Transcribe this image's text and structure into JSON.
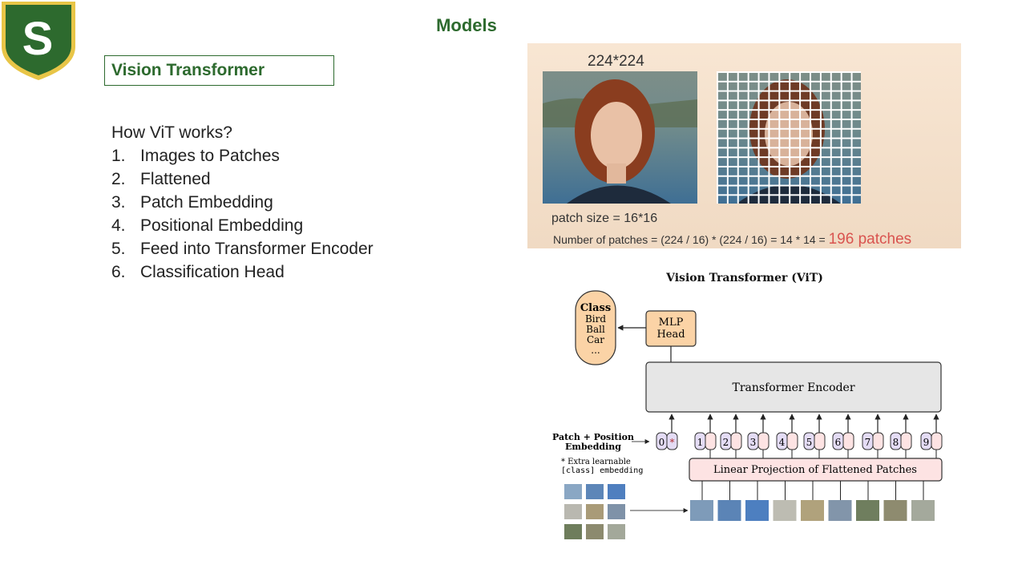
{
  "header": {
    "title": "Models",
    "logo_letter": "S",
    "colors": {
      "brand_green": "#2d6a2e",
      "shield_yellow": "#e8c547",
      "accent_red": "#d9534f"
    }
  },
  "section": {
    "title": "Vision Transformer"
  },
  "steps": {
    "heading": "How ViT works?",
    "items": [
      {
        "num": "1.",
        "text": "Images to Patches"
      },
      {
        "num": "2.",
        "text": "Flattened"
      },
      {
        "num": "3.",
        "text": "Patch Embedding"
      },
      {
        "num": "4.",
        "text": "Positional Embedding"
      },
      {
        "num": "5.",
        "text": "Feed into Transformer Encoder"
      },
      {
        "num": "6.",
        "text": "Classification Head"
      }
    ]
  },
  "patch_illustration": {
    "resolution": "224*224",
    "patch_size": "patch size = 16*16",
    "count_formula": "Number of patches = (224 / 16) * (224 / 16) = 14 * 14 =",
    "count_result": "196 patches"
  },
  "vit_diagram": {
    "title": "Vision Transformer (ViT)",
    "class_box": {
      "title": "Class",
      "labels": [
        "Bird",
        "Ball",
        "Car",
        "..."
      ]
    },
    "mlp_head": [
      "MLP",
      "Head"
    ],
    "encoder": "Transformer Encoder",
    "embedding_label": [
      "Patch + Position",
      "Embedding"
    ],
    "extra_note": [
      "* Extra learnable",
      "[class] embedding"
    ],
    "projection": "Linear Projection of Flattened Patches",
    "tokens": [
      "0",
      "1",
      "2",
      "3",
      "4",
      "5",
      "6",
      "7",
      "8",
      "9"
    ],
    "class_token_marker": "*"
  }
}
